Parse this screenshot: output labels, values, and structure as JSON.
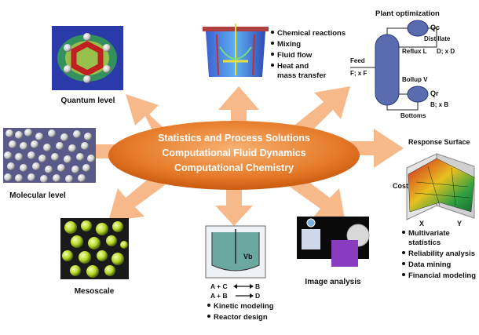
{
  "center": {
    "lines": [
      "Statistics and Process Solutions",
      "Computational Fluid Dynamics",
      "Computational Chemistry"
    ]
  },
  "quantum": {
    "label": "Quantum level"
  },
  "molecular": {
    "label": "Molecular level"
  },
  "mesoscale": {
    "label": "Mesoscale"
  },
  "reactor": {
    "bullets": [
      "Chemical reactions",
      "Mixing",
      "Fluid flow",
      "Heat and",
      "mass transfer"
    ]
  },
  "plant": {
    "title": "Plant optimization",
    "qc": "Qc",
    "distillate": "Distillate",
    "reflux": "Reflux L",
    "d_flow": "D; x D",
    "feed": "Feed",
    "f_flow": "F; x F",
    "boilup": "Bollup V",
    "qr": "Qr",
    "b_flow": "B; x B",
    "bottoms": "Bottoms"
  },
  "surface": {
    "title": "Response Surface",
    "cost": "Cost",
    "x": "X",
    "y": "Y",
    "bullets": [
      "Multivariate",
      "statistics",
      "Reliability analysis",
      "Data mining",
      "Financial modeling"
    ]
  },
  "image_analysis": {
    "label": "Image analysis"
  },
  "kinetic": {
    "vessel_label": "Vb",
    "eq1_left": "A + C",
    "eq1_right": "B",
    "eq2_left": "A + B",
    "eq2_right": "D",
    "bullets": [
      "Kinetic modeling",
      "Reactor design"
    ]
  },
  "colors": {
    "arrow": "#f7b98a",
    "ellipse_dark": "#d9661a",
    "ellipse_light": "#f6a25a",
    "quantum_bg": "#2a3aa8",
    "meso_bg": "#1a1a1a",
    "meso_ball": "#b8d828"
  }
}
